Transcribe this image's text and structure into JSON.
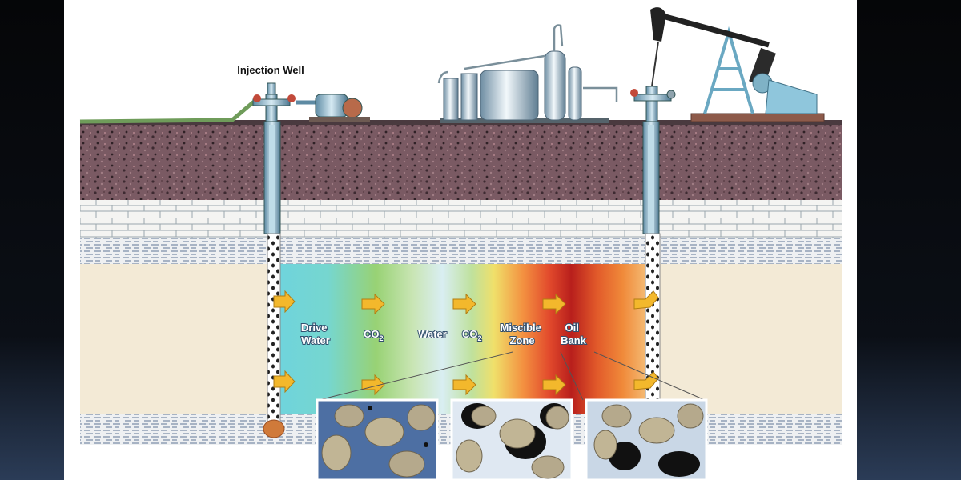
{
  "diagram": {
    "well_label": "Injection Well",
    "zones": [
      {
        "id": "drive-water",
        "line1": "Drive",
        "line2": "Water"
      },
      {
        "id": "co2-1",
        "line1": "CO",
        "sub": "2"
      },
      {
        "id": "water",
        "line1": "Water"
      },
      {
        "id": "co2-2",
        "line1": "CO",
        "sub": "2"
      },
      {
        "id": "miscible-zone",
        "line1": "Miscible",
        "line2": "Zone"
      },
      {
        "id": "oil-bank",
        "line1": "Oil",
        "line2": "Bank"
      }
    ],
    "colors": {
      "drive_water": "#6fd4dc",
      "co2": "#98d274",
      "water": "#d9eef2",
      "miscible": "#e24a2c",
      "oil_bank": "#b81f1c",
      "soil": "#7a5a63",
      "sand": "#f3ead6",
      "arrow": "#f3b82c"
    },
    "icons": [
      "injection-wellhead-icon",
      "pump-icon",
      "storage-tanks-icon",
      "pumpjack-icon",
      "flow-arrow-icon"
    ]
  }
}
